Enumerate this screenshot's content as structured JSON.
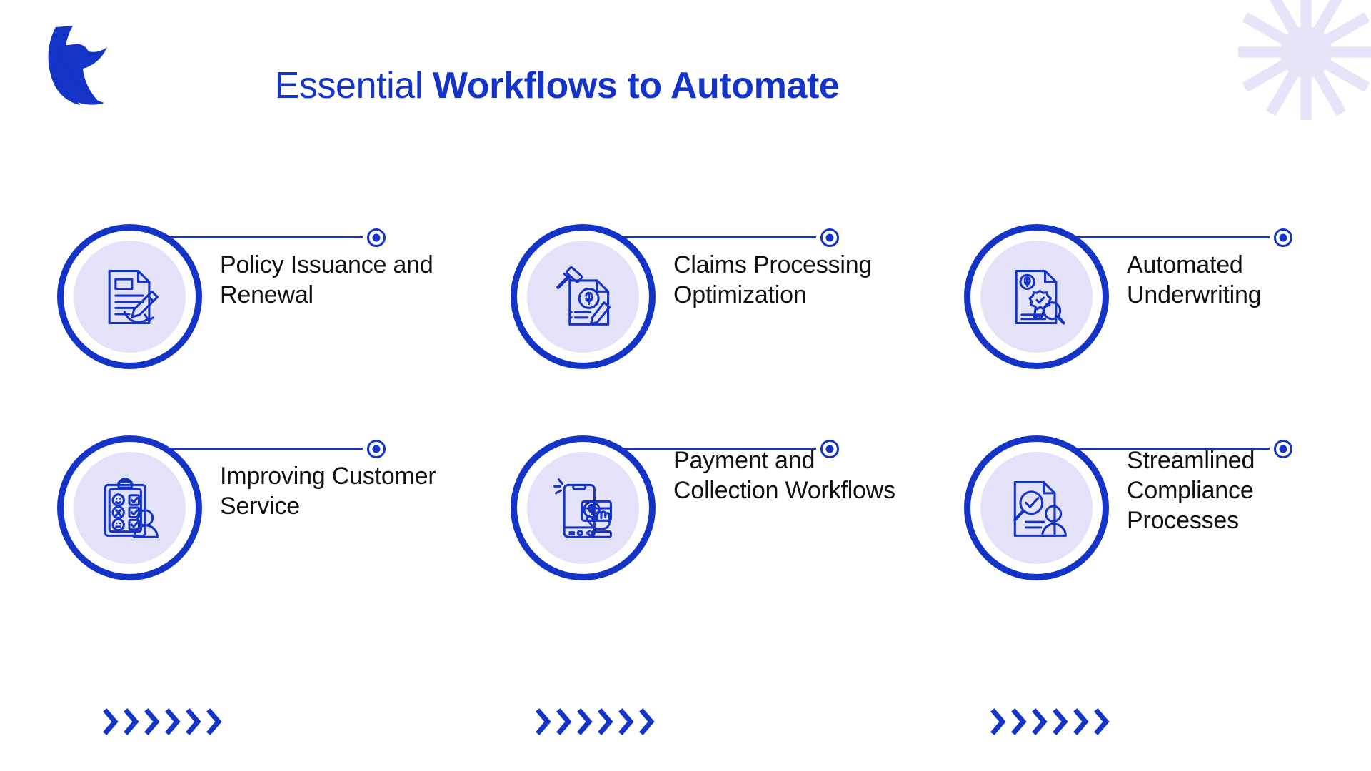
{
  "brand": {
    "logo_icon": "eagle-logo",
    "primary_color": "#1433c7",
    "icon_bg_color": "#e4e2f8",
    "text_color": "#111111"
  },
  "header": {
    "title_light": "Essential ",
    "title_bold": "Workflows to Automate"
  },
  "decor": {
    "starburst_icon": "starburst-decoration",
    "starburst_color": "#e6e4f9",
    "chevron_icon": "chevron-right-icon",
    "chevron_count": 6,
    "chevron_groups": 3
  },
  "items": [
    {
      "label": "Policy Issuance and Renewal",
      "icon": "document-with-pencil-icon",
      "lines": 2
    },
    {
      "label": "Claims Processing Optimization",
      "icon": "gavel-document-dollar-icon",
      "lines": 2
    },
    {
      "label": "Automated Underwriting",
      "icon": "certificate-magnifier-icon",
      "lines": 2
    },
    {
      "label": "Improving Customer Service",
      "icon": "clipboard-survey-person-icon",
      "lines": 2
    },
    {
      "label": "Payment and Collection Workflows",
      "icon": "mobile-payment-card-icon",
      "lines": 3
    },
    {
      "label": "Streamlined Compliance Processes",
      "icon": "document-check-person-icon",
      "lines": 3
    }
  ]
}
